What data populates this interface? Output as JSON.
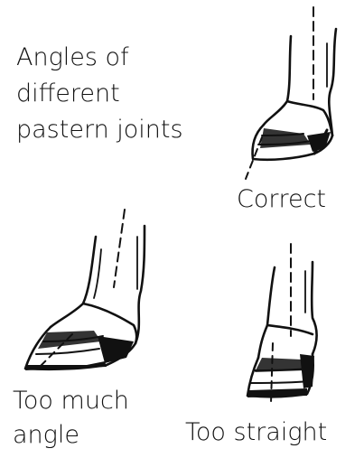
{
  "title": {
    "line1": "Angles of",
    "line2": "different",
    "line3": "pastern joints"
  },
  "labels": {
    "correct": "Correct",
    "too_much_line1": "Too much",
    "too_much_line2": "angle",
    "too_straight": "Too straight"
  },
  "colors": {
    "ink": "#111111",
    "background": "#ffffff"
  }
}
